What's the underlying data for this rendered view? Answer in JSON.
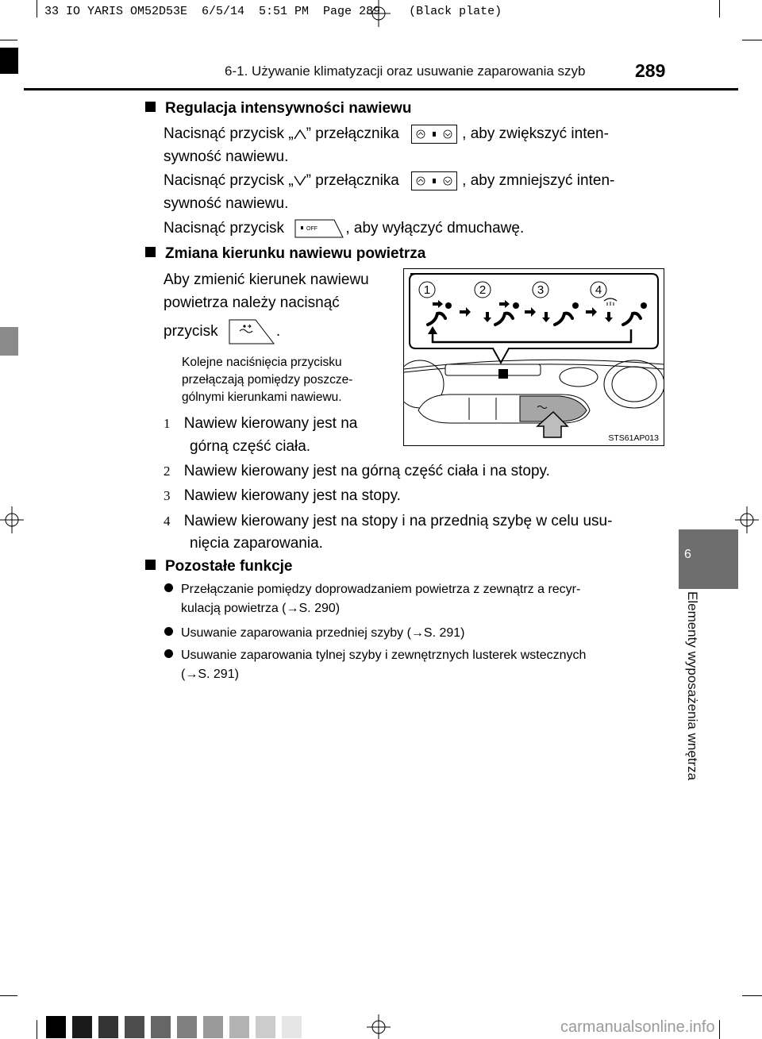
{
  "print_slug": "33 IO YARIS OM52D53E  6/5/14  5:51 PM  Page 289    (Black plate)",
  "header": {
    "section_title": "6-1. Używanie klimatyzacji oraz usuwanie zaparowania szyb",
    "page_number": "289"
  },
  "side_tab": {
    "number": "6",
    "chapter": "Elementy wyposażenia wnętrza"
  },
  "fan_speed": {
    "heading": "Regulacja intensywności nawiewu",
    "line1a": "Nacisnąć  przycisk  „",
    "line1b": "”  przełącznika",
    "line1c": ",  aby  zwiększyć  inten-",
    "line1d": "sywność nawiewu.",
    "line2a": "Nacisnąć  przycisk  „",
    "line2b": "”  przełącznika",
    "line2c": ",  aby  zmniejszyć  inten-",
    "line2d": "sywność nawiewu.",
    "line3a": "Nacisnąć przycisk",
    "line3b": ", aby wyłączyć dmuchawę.",
    "off_label": "OFF"
  },
  "airflow": {
    "heading": "Zmiana kierunku nawiewu powietrza",
    "p1": "Aby zmienić kierunek nawiewu",
    "p2": "powietrza     należy     nacisnąć",
    "p3": "przycisk",
    "p3end": ".",
    "note1": "Kolejne   naciśnięcia   przycisku",
    "note2": "przełączają  pomiędzy  poszcze-",
    "note3": "gólnymi kierunkami nawiewu.",
    "items": [
      {
        "num": "1",
        "line1": "Nawiew  kierowany  jest  na",
        "line2": "górną część ciała."
      },
      {
        "num": "2",
        "line1": "Nawiew kierowany jest na górną część ciała i na stopy."
      },
      {
        "num": "3",
        "line1": "Nawiew kierowany jest na stopy."
      },
      {
        "num": "4",
        "line1": "Nawiew kierowany jest na stopy i na przednią szybę w celu usu-",
        "line2": "nięcia zaparowania."
      }
    ],
    "figure": {
      "mode_numbers": [
        "1",
        "2",
        "3",
        "4"
      ],
      "ref_code": "STS61AP013"
    }
  },
  "other": {
    "heading": "Pozostałe funkcje",
    "bullets": [
      {
        "line1": "Przełączanie pomiędzy doprowadzaniem powietrza z zewnątrz a recyr-",
        "line2": "kulacją powietrza (→S. 290)"
      },
      {
        "line1": "Usuwanie zaparowania przedniej szyby (→S. 291)"
      },
      {
        "line1": "Usuwanie zaparowania tylnej szyby i zewnętrznych lusterek wstecznych",
        "line2": "(→S. 291)"
      }
    ]
  },
  "colors": {
    "text": "#000000",
    "gray_tab": "#8a8a8a",
    "section_tab": "#6e6e6e",
    "color_bar": [
      "#000000",
      "#1a1a1a",
      "#333333",
      "#4d4d4d",
      "#666666",
      "#808080",
      "#999999",
      "#b3b3b3",
      "#cccccc",
      "#e6e6e6"
    ]
  },
  "watermark": "carmanualsonline.info"
}
